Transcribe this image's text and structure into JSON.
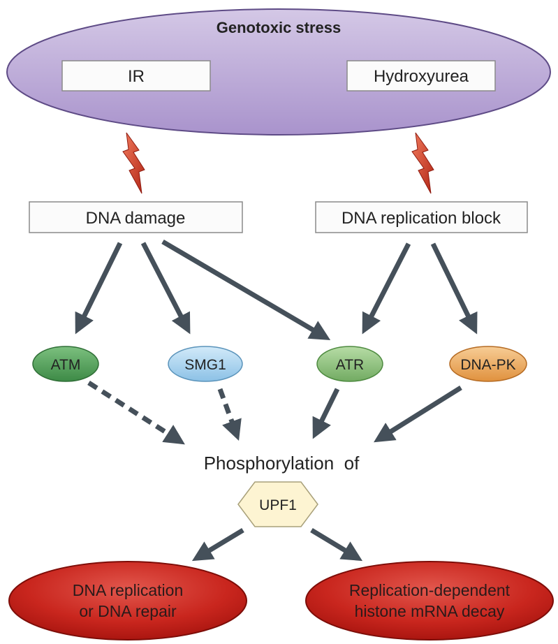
{
  "stress": {
    "title": "Genotoxic stress",
    "agents": [
      "IR",
      "Hydroxyurea"
    ]
  },
  "lesions": [
    "DNA damage",
    "DNA replication block"
  ],
  "kinases": [
    "ATM",
    "SMG1",
    "ATR",
    "DNA-PK"
  ],
  "phosphorylation": {
    "text": "Phosphorylation  of",
    "target": "UPF1"
  },
  "outcomes": [
    {
      "line1": "DNA replication",
      "line2": "or DNA repair"
    },
    {
      "line1": "Replication-dependent",
      "line2": "histone mRNA decay"
    }
  ],
  "colors": {
    "stress_fill": "#b7a6d3",
    "atm": "#4f9a55",
    "smg1": "#a9d2ee",
    "atr": "#8cc07a",
    "dnapk": "#eba863",
    "upf1": "#fdf4d2",
    "outcome": "#c9261e",
    "bolt": "#c93522",
    "arrow": "#45505a"
  }
}
